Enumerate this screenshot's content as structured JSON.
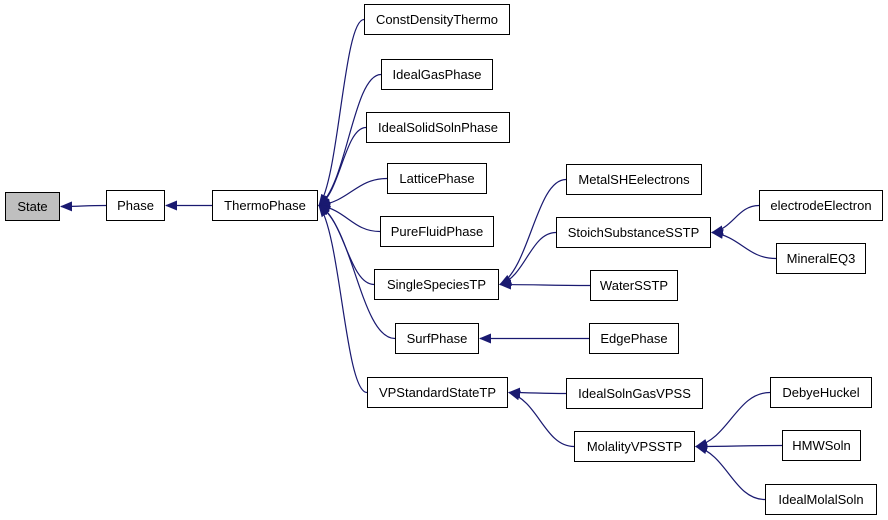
{
  "colors": {
    "edge": "#191970",
    "node_border": "#000000",
    "node_fill": "#ffffff",
    "root_fill": "#bfbfbf"
  },
  "nodes": [
    {
      "id": "state",
      "label": "State"
    },
    {
      "id": "phase",
      "label": "Phase"
    },
    {
      "id": "thermophase",
      "label": "ThermoPhase"
    },
    {
      "id": "constdensitythermo",
      "label": "ConstDensityThermo"
    },
    {
      "id": "idealgasphase",
      "label": "IdealGasPhase"
    },
    {
      "id": "idealsolidsolnphase",
      "label": "IdealSolidSolnPhase"
    },
    {
      "id": "latticephase",
      "label": "LatticePhase"
    },
    {
      "id": "purefluidphase",
      "label": "PureFluidPhase"
    },
    {
      "id": "singlespeciestp",
      "label": "SingleSpeciesTP"
    },
    {
      "id": "surfphase",
      "label": "SurfPhase"
    },
    {
      "id": "vpstandardstatetp",
      "label": "VPStandardStateTP"
    },
    {
      "id": "metalsheelectrons",
      "label": "MetalSHEelectrons"
    },
    {
      "id": "stoichsubstancesstp",
      "label": "StoichSubstanceSSTP"
    },
    {
      "id": "waterssstp",
      "label": "WaterSSTP"
    },
    {
      "id": "edgephase",
      "label": "EdgePhase"
    },
    {
      "id": "idealsolngasvpss",
      "label": "IdealSolnGasVPSS"
    },
    {
      "id": "molalityvpsstp",
      "label": "MolalityVPSSTP"
    },
    {
      "id": "electrodeelectron",
      "label": "electrodeElectron"
    },
    {
      "id": "mineraleq3",
      "label": "MineralEQ3"
    },
    {
      "id": "debyehuckel",
      "label": "DebyeHuckel"
    },
    {
      "id": "hmwsoln",
      "label": "HMWSoln"
    },
    {
      "id": "idealmolalsoln",
      "label": "IdealMolalSoln"
    }
  ],
  "edges": [
    {
      "from": "phase",
      "to": "state"
    },
    {
      "from": "thermophase",
      "to": "phase"
    },
    {
      "from": "constdensitythermo",
      "to": "thermophase"
    },
    {
      "from": "idealgasphase",
      "to": "thermophase"
    },
    {
      "from": "idealsolidsolnphase",
      "to": "thermophase"
    },
    {
      "from": "latticephase",
      "to": "thermophase"
    },
    {
      "from": "purefluidphase",
      "to": "thermophase"
    },
    {
      "from": "singlespeciestp",
      "to": "thermophase"
    },
    {
      "from": "surfphase",
      "to": "thermophase"
    },
    {
      "from": "vpstandardstatetp",
      "to": "thermophase"
    },
    {
      "from": "metalsheelectrons",
      "to": "singlespeciestp"
    },
    {
      "from": "stoichsubstancesstp",
      "to": "singlespeciestp"
    },
    {
      "from": "waterssstp",
      "to": "singlespeciestp"
    },
    {
      "from": "edgephase",
      "to": "surfphase"
    },
    {
      "from": "idealsolngasvpss",
      "to": "vpstandardstatetp"
    },
    {
      "from": "molalityvpsstp",
      "to": "vpstandardstatetp"
    },
    {
      "from": "electrodeelectron",
      "to": "stoichsubstancesstp"
    },
    {
      "from": "mineraleq3",
      "to": "stoichsubstancesstp"
    },
    {
      "from": "debyehuckel",
      "to": "molalityvpsstp"
    },
    {
      "from": "hmwsoln",
      "to": "molalityvpsstp"
    },
    {
      "from": "idealmolalsoln",
      "to": "molalityvpsstp"
    }
  ]
}
